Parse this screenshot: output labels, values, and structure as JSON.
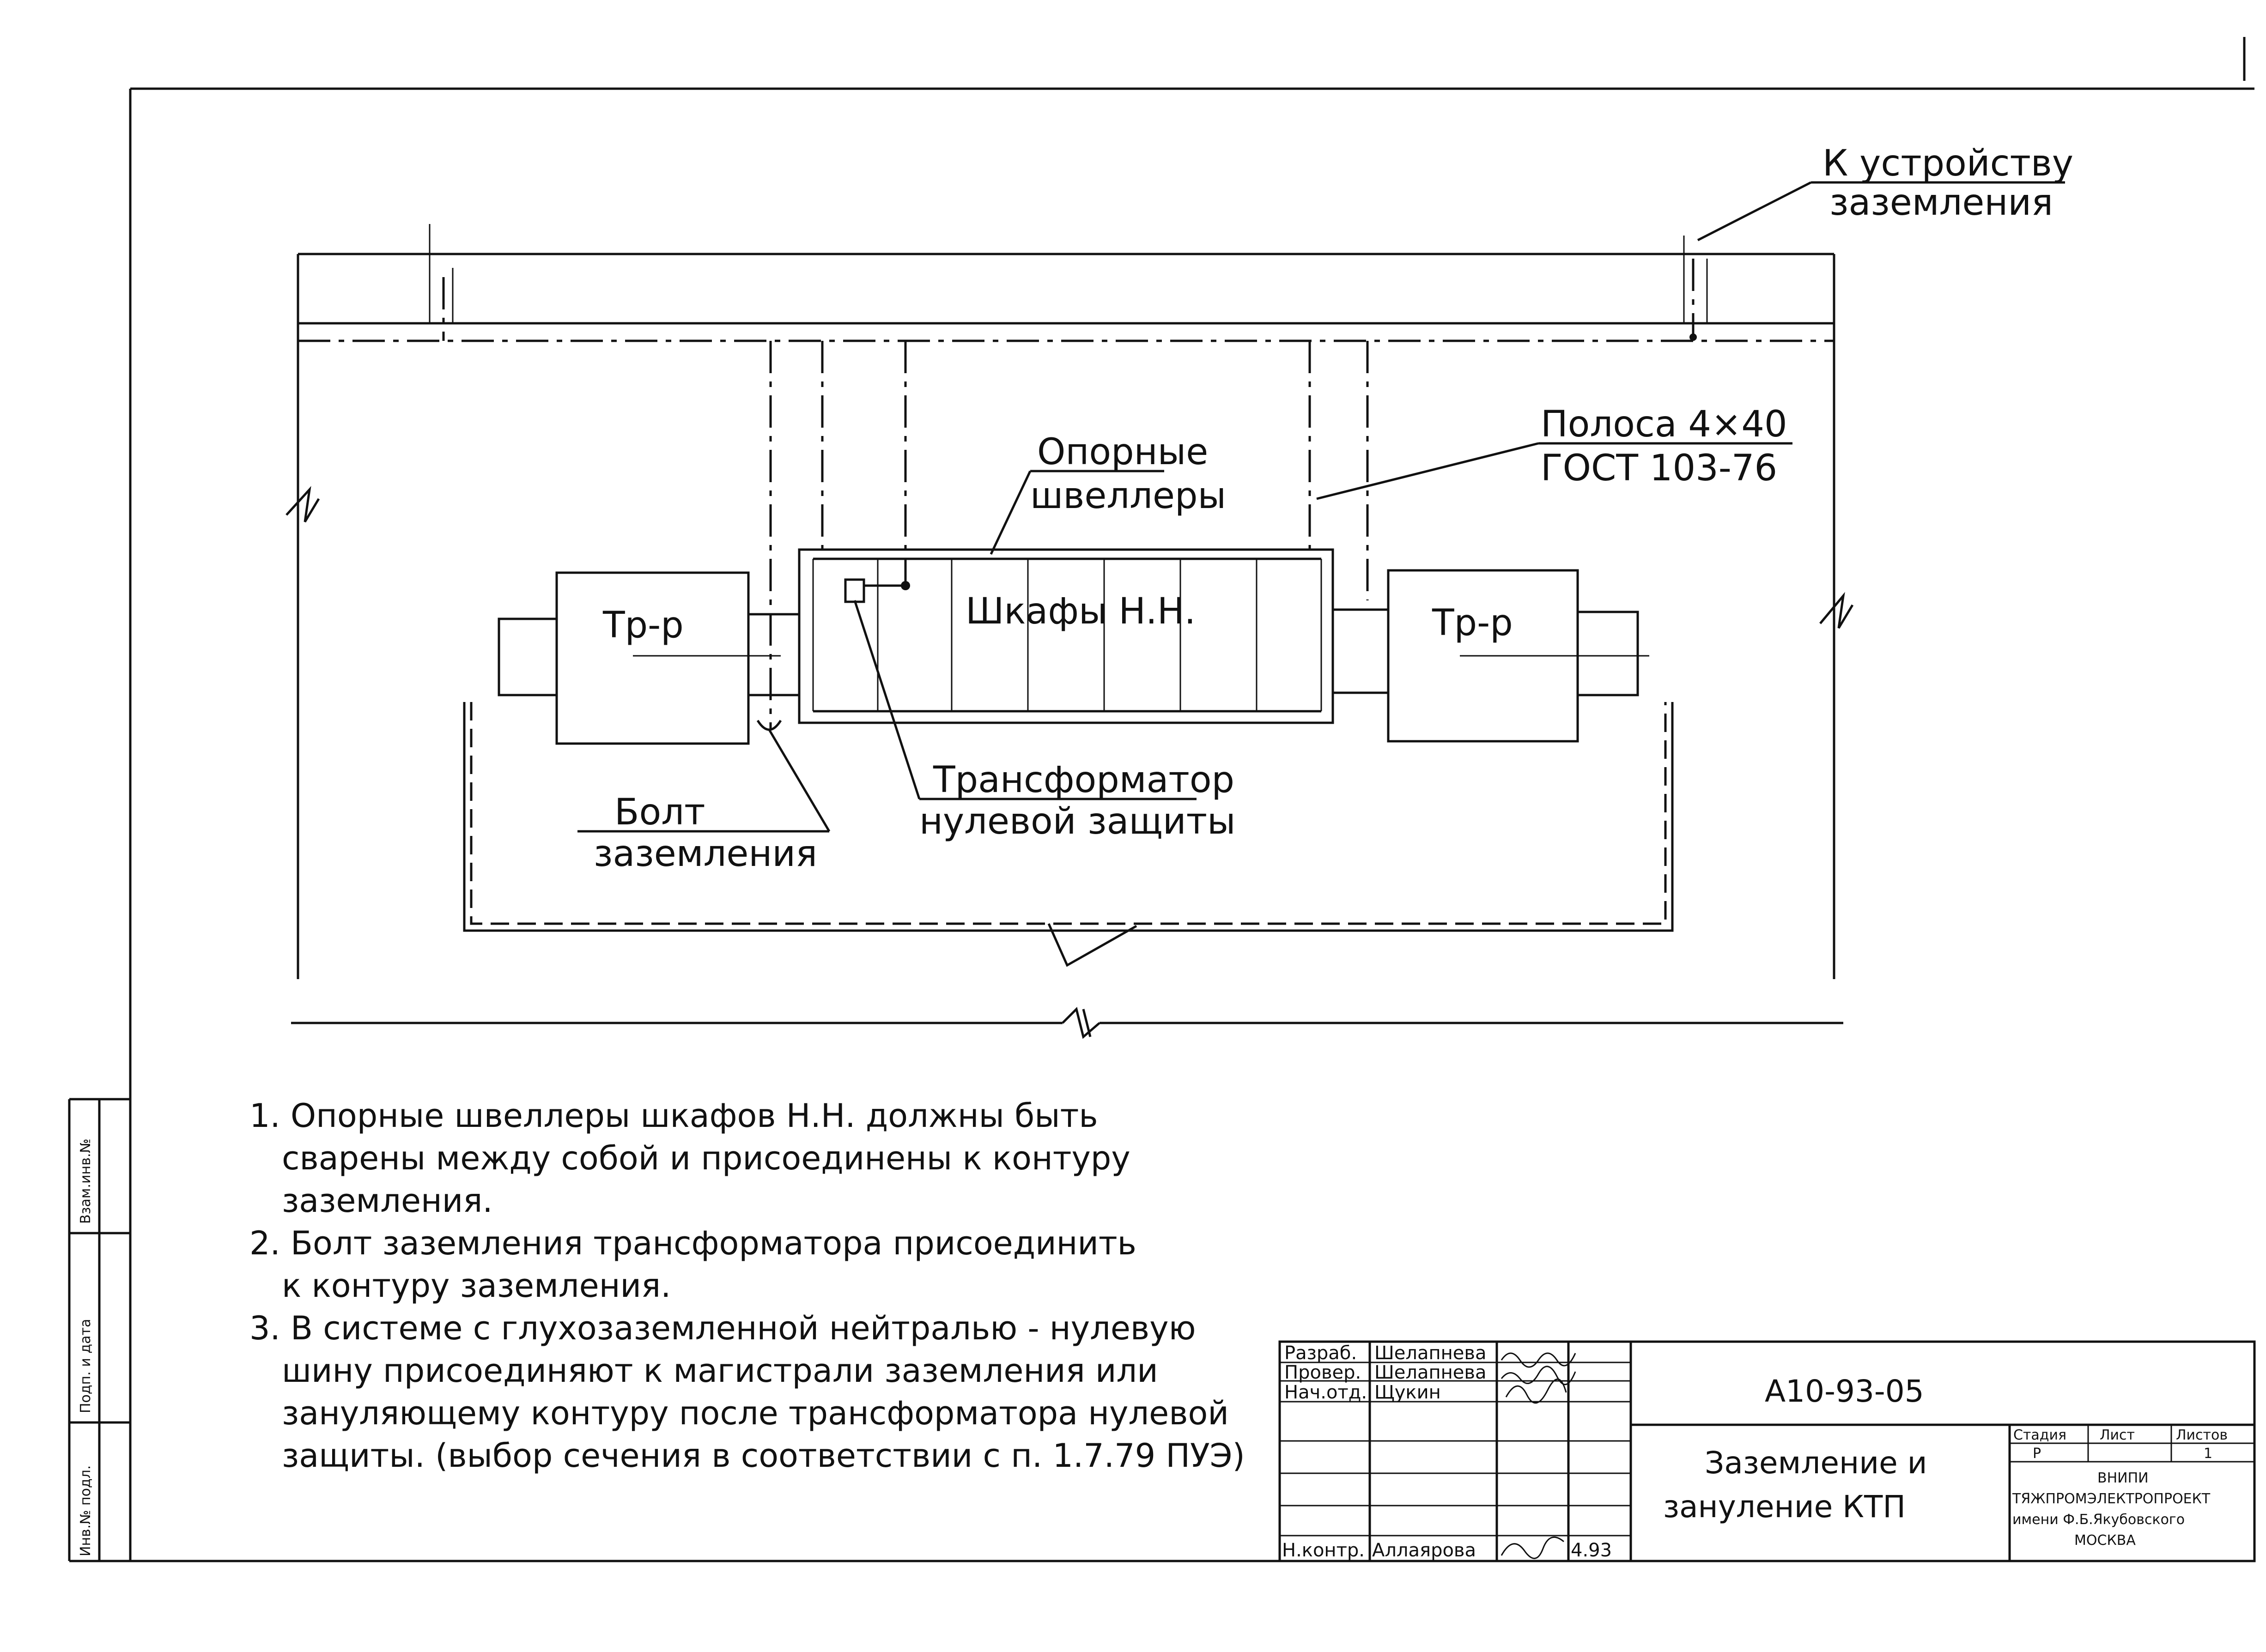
{
  "labels": {
    "to_grounding_device_1": "К устройству",
    "to_grounding_device_2": "заземления",
    "strip_1": "Полоса 4×40",
    "strip_2": "ГОСТ 103-76",
    "support_channels_1": "Опорные",
    "support_channels_2": "швеллеры",
    "cabinets": "Шкафы Н.Н.",
    "transformer_left": "Тр-р",
    "transformer_right": "Тр-р",
    "ground_bolt_1": "Болт",
    "ground_bolt_2": "заземления",
    "zero_protection_transformer_1": "Трансформатор",
    "zero_protection_transformer_2": "нулевой защиты"
  },
  "notes": [
    "1. Опорные швеллеры шкафов Н.Н. должны быть",
    "сварены между собой и присоединены к контуру",
    "заземления.",
    "2. Болт заземления трансформатора присоединить",
    "к контуру заземления.",
    "3. В системе с глухозаземленной нейтралью - нулевую",
    "шину присоединяют к магистрали заземления или",
    "зануляющему контуру после трансформатора нулевой",
    "защиты. (выбор сечения в соответствии с п. 1.7.79 ПУЭ)"
  ],
  "title_block": {
    "rows": [
      {
        "role": "Разраб.",
        "name": "Шелапнева"
      },
      {
        "role": "Провер.",
        "name": "Шелапнева"
      },
      {
        "role": "Нач.отд.",
        "name": "Щукин"
      },
      {
        "role": "",
        "name": ""
      },
      {
        "role": "",
        "name": ""
      },
      {
        "role": "",
        "name": ""
      },
      {
        "role": "Н.контр.",
        "name": "Аллаярова"
      }
    ],
    "date": "4.93",
    "doc_code": "А10-93-05",
    "title_line1": "Заземление и",
    "title_line2": "зануление КТП",
    "stage_header": "Стадия",
    "sheet_header": "Лист",
    "sheets_header": "Листов",
    "stage_value": "Р",
    "sheets_value": "1",
    "org_1": "ВНИПИ",
    "org_2": "ТЯЖПРОМЭЛЕКТРОПРОЕКТ",
    "org_3": "имени Ф.Б.Якубовского",
    "org_4": "МОСКВА"
  },
  "side_stamp": {
    "inv_orig": "Инв.№ подл.",
    "sign_date": "Подп. и дата",
    "inst_inv": "Взам.инв.№"
  }
}
